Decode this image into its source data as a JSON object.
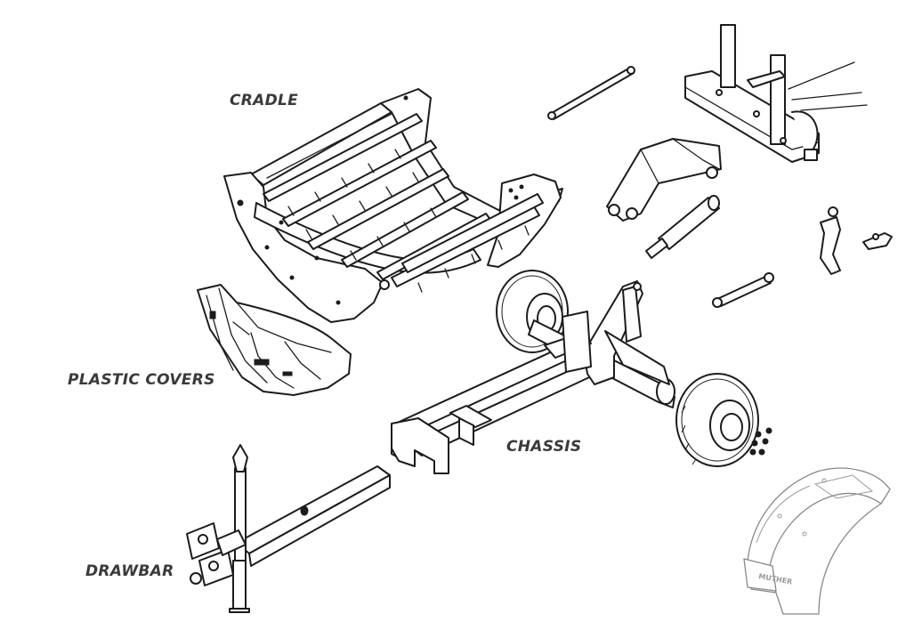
{
  "labels": {
    "cradle": "CRADLE",
    "plastic_covers": "PLASTIC COVERS",
    "chassis": "CHASSIS",
    "drawbar": "DRAWBAR"
  },
  "fender_brand": "MUTHER",
  "colors": {
    "line": "#1c1c1c",
    "label": "#3a3a3a",
    "ghost": "#888888",
    "background": "#ffffff"
  }
}
